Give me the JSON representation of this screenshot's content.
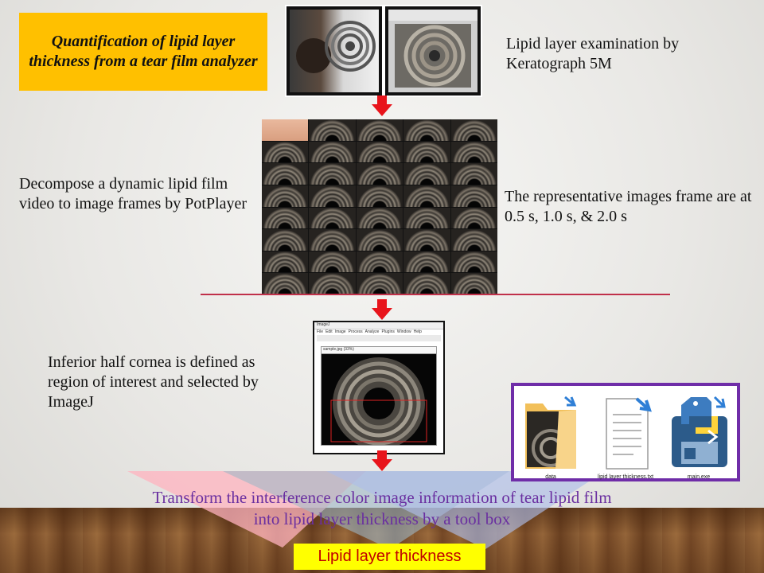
{
  "title_box": {
    "text": "Quantification of lipid layer thickness from a tear film analyzer"
  },
  "steps": {
    "exam": "Lipid layer examination by Keratograph 5M",
    "decompose": "Decompose a dynamic lipid film video to image frames by PotPlayer",
    "representative": "The representative images frame are at 0.5 s, 1.0 s, & 2.0 s",
    "roi": "Inferior half cornea is defined as region of interest and selected by ImageJ",
    "transform": "Transform the interference color image information of tear lipid film into lipid layer thickness by a tool box",
    "result": "Lipid layer thickness"
  },
  "toolbox": {
    "items": [
      {
        "icon": "folder-icon",
        "label": "data"
      },
      {
        "icon": "text-file-icon",
        "label": "lipid layer thickness.txt"
      },
      {
        "icon": "python-exe-icon",
        "label": "main.exe"
      }
    ]
  },
  "imagej": {
    "title": "ImageJ",
    "menu": [
      "File",
      "Edit",
      "Image",
      "Process",
      "Analyze",
      "Plugins",
      "Window",
      "Help"
    ],
    "window_title": "sample.jpg (33%)"
  },
  "colors": {
    "title_bg": "#ffc000",
    "arrow": "#e8141b",
    "transform_text": "#6a2fa0",
    "result_bg": "#ffff00",
    "result_text": "#c00000",
    "toolbox_border": "#6f2da8"
  }
}
